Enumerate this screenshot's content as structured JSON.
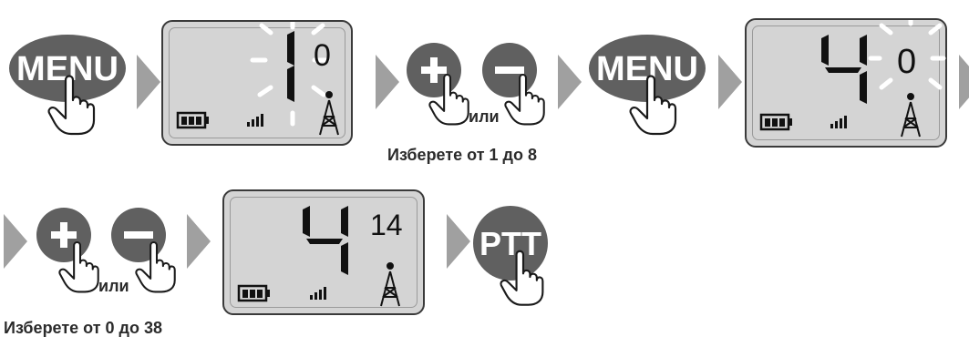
{
  "buttons": {
    "menu": "MENU",
    "ptt": "PTT",
    "plus": "+",
    "minus": "−"
  },
  "connector": "или",
  "steps": {
    "row1_caption": "Изберете от 1 до 8",
    "row2_caption": "Изберете от 0 до 38"
  },
  "displays": [
    {
      "main": "",
      "sub": "0",
      "blink": "1"
    },
    {
      "main": "4",
      "sub": "0",
      "blink": "sub"
    },
    {
      "main": "4",
      "sub": "14",
      "blink": ""
    }
  ],
  "colors": {
    "button_fill": "#606060",
    "arrow": "#a0a0a0",
    "lcd_bg": "#d4d4d4"
  },
  "icons": [
    "hand-pointer-icon",
    "battery-icon",
    "signal-bars-icon",
    "antenna-tower-icon"
  ]
}
